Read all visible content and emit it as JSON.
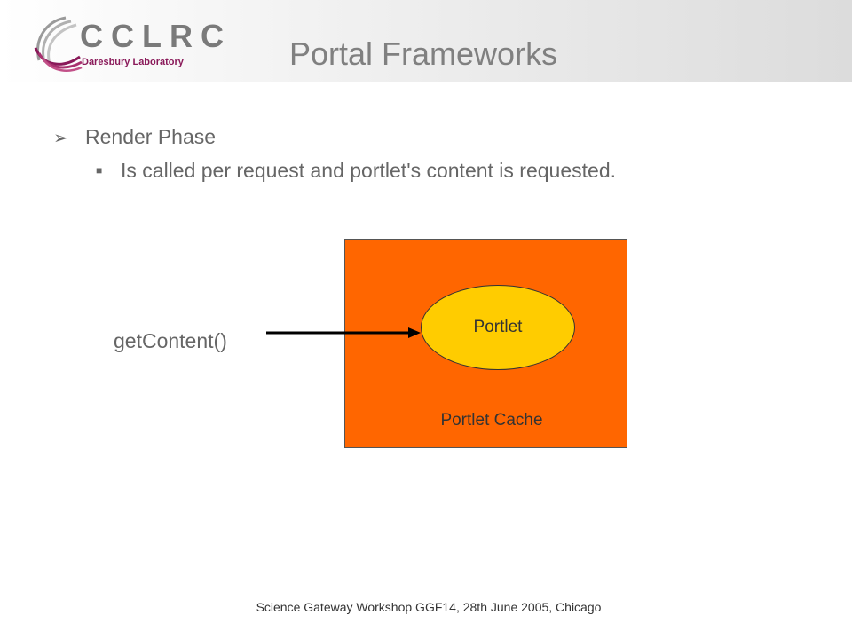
{
  "header": {
    "logo_text": "CCLRC",
    "logo_subtext": "Daresbury Laboratory",
    "title": "Portal Frameworks"
  },
  "bullets": {
    "level1": "Render Phase",
    "level2": "Is called per request and portlet's content is requested."
  },
  "diagram": {
    "call_label": "getContent()",
    "portlet_label": "Portlet",
    "cache_label": "Portlet Cache"
  },
  "colors": {
    "cache_fill": "#ff6600",
    "portlet_fill": "#ffcc00",
    "logo_accent": "#8a1a5a"
  },
  "footer": {
    "text": "Science Gateway Workshop GGF14, 28th June 2005, Chicago"
  }
}
